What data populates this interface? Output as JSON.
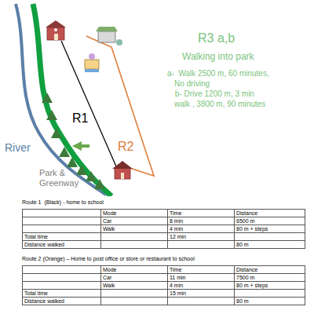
{
  "diagram": {
    "labels": [
      "River",
      "R1",
      "R2",
      "Park & Greenway",
      "R3 a,b",
      "Walking into park",
      "a-  Walk 2500 m, 60 minutes,",
      "No driving",
      " b- Drive 1200 m, 3 min",
      "walk , 3800 m, 90 minutes",
      "Route 1  (Black) - home to school",
      "Mode",
      "Time",
      "Distance",
      "Car",
      "8 min",
      "6500 m",
      "Walk",
      "4 min",
      "80 m + steps",
      "Total time",
      "12 min",
      "Distance walked",
      "80 m",
      "Route 2 (Orange) – Home to post office or store or restaurant to school",
      "Mode",
      "Time",
      "Distance",
      "Car",
      "11 min",
      "7500 m",
      "Walk",
      "4 min",
      "80 m + steps",
      "Total time",
      "15 min",
      "Distance walked",
      "80 m"
    ]
  }
}
